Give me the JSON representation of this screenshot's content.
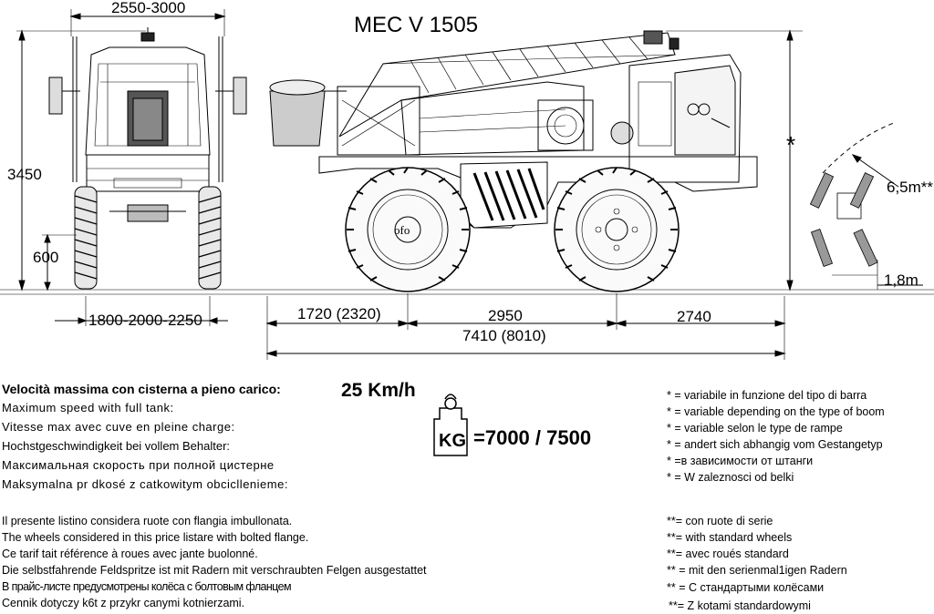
{
  "title": "MEC V 1505",
  "dimensions": {
    "front_width": "2550-3000",
    "height": "3450",
    "clearance": "600",
    "track": "1800-2000-2250",
    "front_overhang": "1720 (2320)",
    "wheelbase": "2950",
    "rear_overhang": "2740",
    "total_length": "7410 (8010)",
    "asterisk": "*",
    "turn_radius": "6,5m**",
    "min_width": "1,8m"
  },
  "logo_text": "ofo",
  "speed": {
    "value": "25 Km/h",
    "labels": [
      "Velocità massima con cisterna a pieno carico:",
      "Maximum speed with full tank:",
      "Vitesse max avec cuve en pleine charge:",
      "Hochstgeschwindigkeit bei vollem Behalter:",
      "Максимальная скорость при полной цистерне",
      "Maksymalna pr dkosé z catkowitym obcicllenieme:"
    ]
  },
  "weight": {
    "unit": "KG",
    "value": "=7000 / 7500"
  },
  "boom_notes": [
    "* = variabile in funzione del tipo di barra",
    "* = variable depending on the type of boom",
    "* = variable selon le type de rampe",
    "* = andert sich abhangig vom Gestangetyp",
    "* =в зависимости от штанги",
    "* = W zaleznosci od belki"
  ],
  "wheel_notes": [
    "**= con ruote di serie",
    "**= with standard wheels",
    "**= avec roués standard",
    "** = mit den serienmal1igen Radern",
    "** = С стандартыми колёсами",
    "**= Z kotami standardowymi"
  ],
  "flange_notes": [
    "Il presente listino considera ruote con flangia imbullonata.",
    "The wheels considered in this price listare with bolted flange.",
    "Ce tarif tait référence à roues avec jante buolonné.",
    "Die selbstfahrende Feldspritze ist mit Radern mit verschraubten Felgen ausgestattet",
    "В прайс-листе предусмотрены колёса с болтовым фланцем",
    "Cennik dotyczy k6t z przykr canymi kotnierzami."
  ]
}
